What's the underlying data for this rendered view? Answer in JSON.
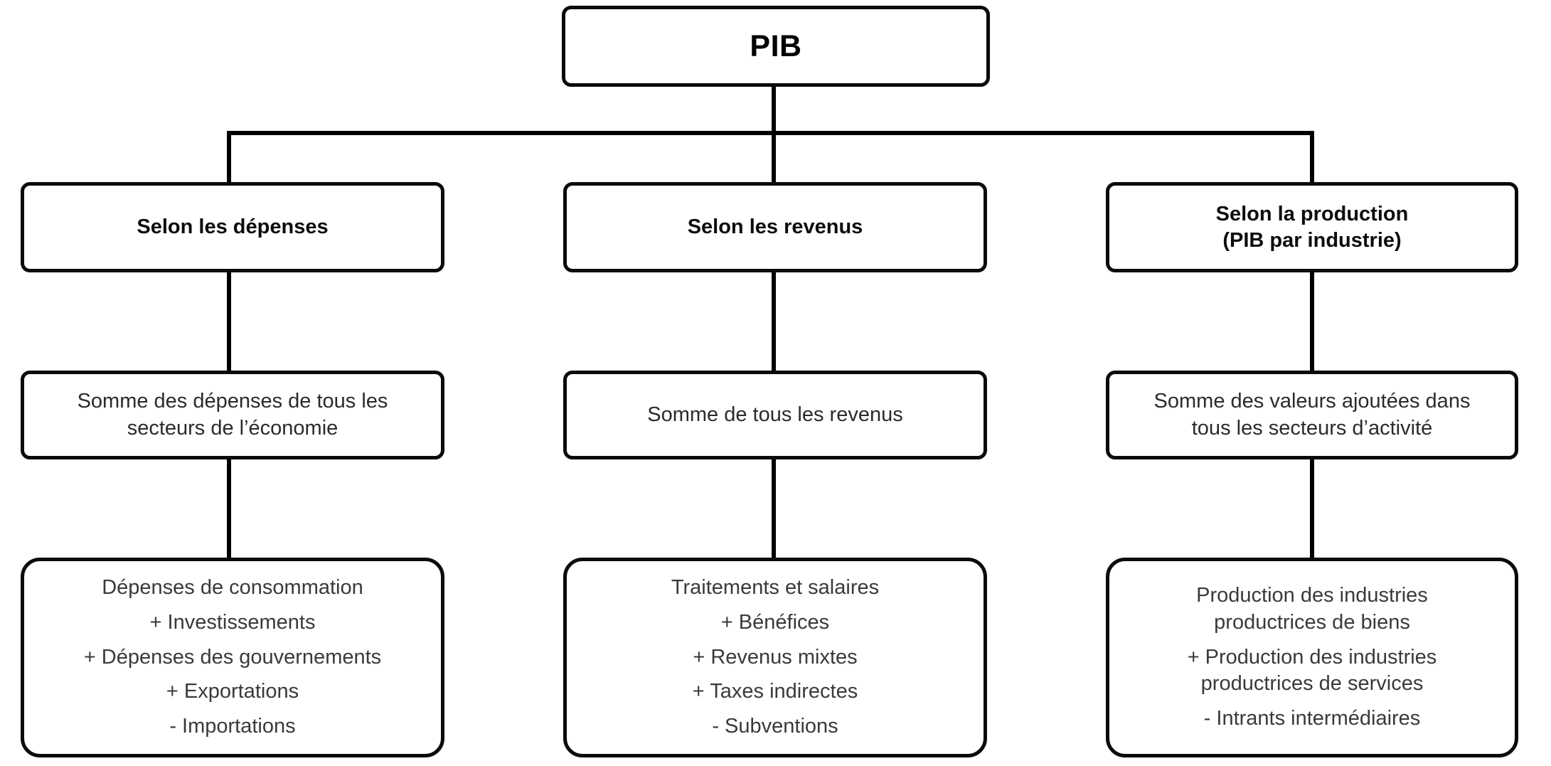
{
  "diagram": {
    "title": "PIB",
    "root": {
      "label": "PIB"
    },
    "columns": [
      {
        "id": "depenses",
        "header": "Selon les dépenses",
        "definition": "Somme des dépenses de tous les\nsecteurs de l’économie",
        "formula": [
          "Dépenses de consommation",
          "+ Investissements",
          "+ Dépenses des gouvernements",
          "+ Exportations",
          "- Importations"
        ]
      },
      {
        "id": "revenus",
        "header": "Selon les revenus",
        "definition": "Somme de tous les revenus",
        "formula": [
          "Traitements et salaires",
          "+ Bénéfices",
          "+ Revenus mixtes",
          "+ Taxes indirectes",
          "- Subventions"
        ]
      },
      {
        "id": "production",
        "header": "Selon la production\n(PIB par industrie)",
        "definition": "Somme des valeurs ajoutées dans\ntous les secteurs d’activité",
        "formula": [
          "Production des industries\nproductrices de biens",
          "+ Production des industries\nproductrices de services",
          "- Intrants intermédiaires"
        ]
      }
    ],
    "colors": {
      "stroke": "#0b0b0b",
      "background": "#ffffff",
      "root_text": "#000000",
      "header_text": "#0d0d0d",
      "body_text": "#3a3a3a"
    }
  }
}
